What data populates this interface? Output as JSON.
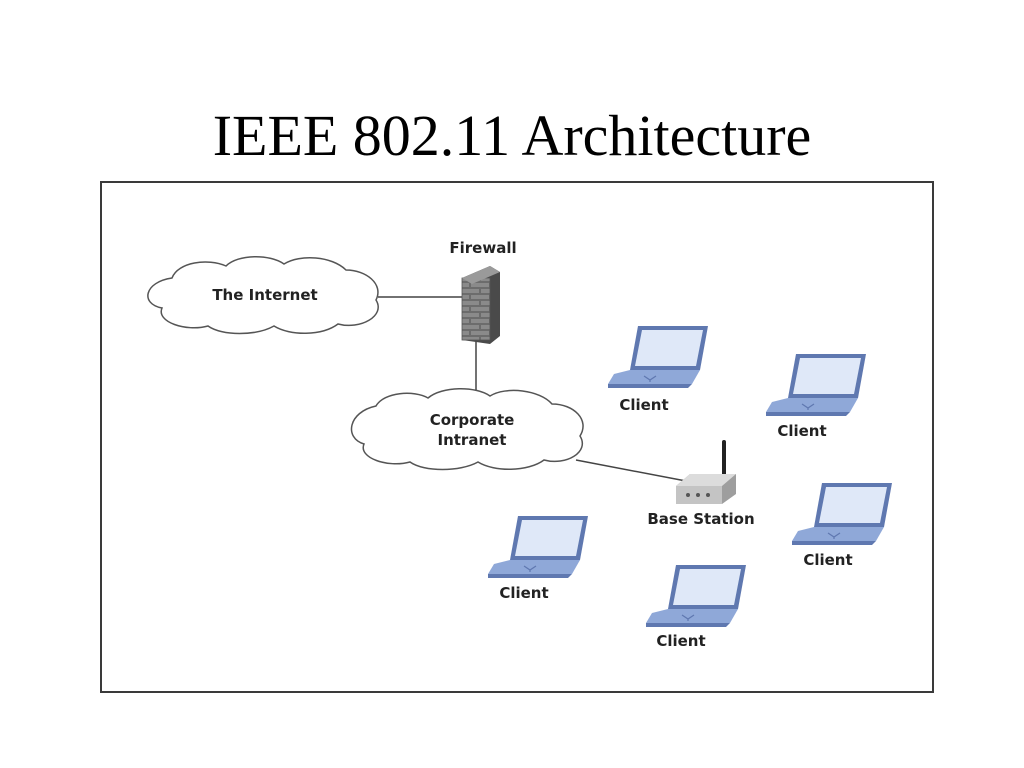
{
  "title": "IEEE 802.11 Architecture",
  "nodes": {
    "internet": "The Internet",
    "firewall": "Firewall",
    "intranet_line1": "Corporate",
    "intranet_line2": "Intranet",
    "base_station": "Base Station",
    "client": "Client"
  },
  "clients": [
    {
      "label": "Client"
    },
    {
      "label": "Client"
    },
    {
      "label": "Client"
    },
    {
      "label": "Client"
    },
    {
      "label": "Client"
    }
  ],
  "colors": {
    "laptop_body": "#8fa8d8",
    "laptop_screen": "#dfe8f8",
    "laptop_dark": "#5f78b0",
    "firewall": "#707070",
    "cloud": "#ffffff",
    "base_station": "#bdbdbd",
    "line": "#444444"
  }
}
